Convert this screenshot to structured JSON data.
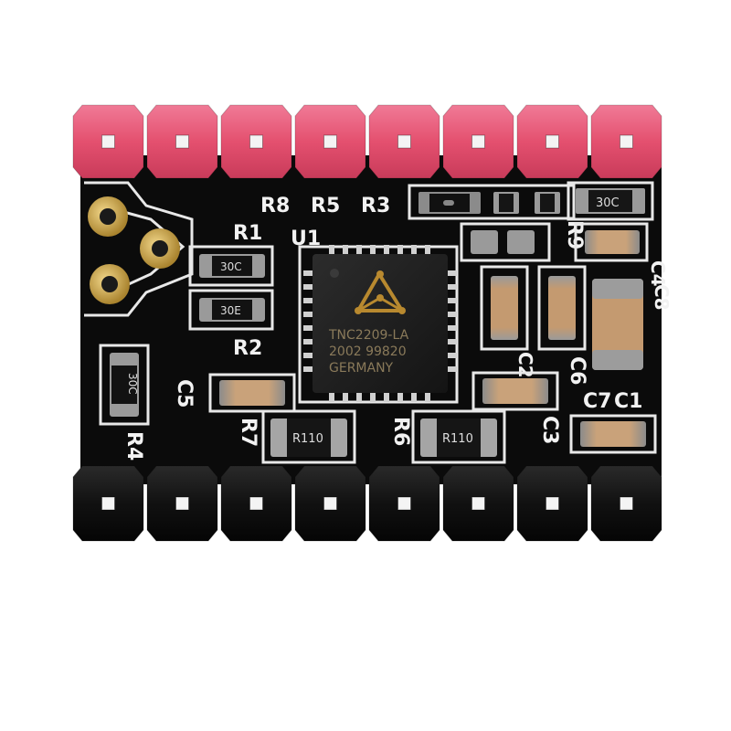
{
  "board": {
    "silkscreen": {
      "r8": "R8",
      "r5": "R5",
      "r3": "R3",
      "r1": "R1",
      "u1": "U1",
      "r2": "R2",
      "r9": "R9",
      "c5": "C5",
      "r7": "R7",
      "r6": "R6",
      "r4": "R4",
      "c7": "C7",
      "c1": "C1",
      "c3": "C3",
      "c6": "C6",
      "c2": "C2",
      "c4": "C4",
      "c8": "C8"
    },
    "chip": {
      "line1": "TNC2209-LA",
      "line2": "2002 99820",
      "line3": "GERMANY"
    },
    "resistors": {
      "r1_value": "30C",
      "r2_value": "30E",
      "r4_value": "30C",
      "r3_value": "30C",
      "r7_value": "R110",
      "r6_value": "R110"
    },
    "colors": {
      "pcb": "#0d0d0d",
      "header_top": "#e8587a",
      "header_bottom": "#151515",
      "silkscreen": "#f2f2f2",
      "gold_pad": "#c9a24a"
    }
  }
}
